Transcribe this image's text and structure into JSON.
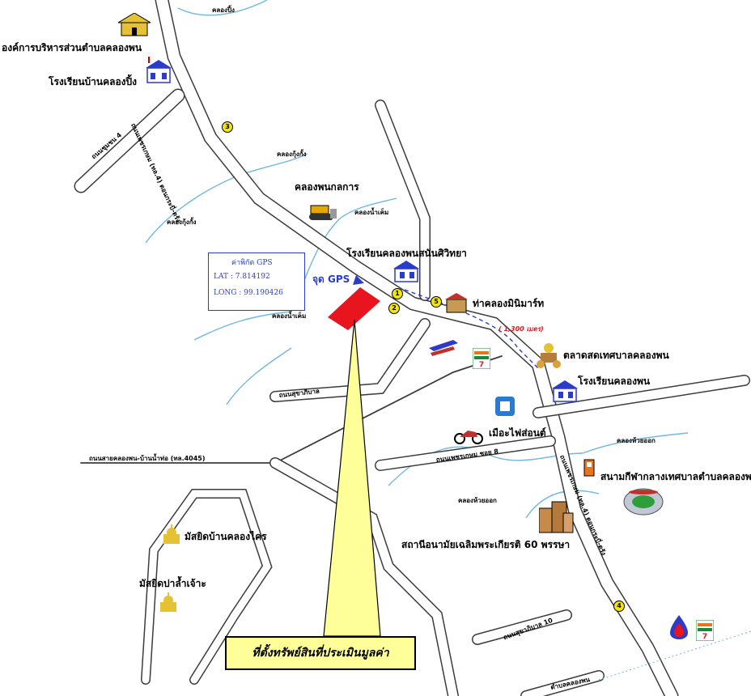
{
  "places": {
    "tao_office": "องค์การบริหารส่วนตำบลคลองพน",
    "school_khlong_ping": "โรงเรียนบ้านคลองปิ้ง",
    "khlong_ping": "คลองปิ้ง",
    "khlong_kung_khang_1": "คลองกุ้งกั้ง",
    "khlong_kung_khang_2": "คลองกุ้งกั้ง",
    "khlong_phanom_kakan": "คลองพนกลการ",
    "khlong_nam_khem_1": "คลองน้ำเค็ม",
    "khlong_nam_khem_2": "คลองน้ำเค็ม",
    "school_witthaya": "โรงเรียนคลองพนสนันศิวิทยา",
    "gps_point": "จุด GPS",
    "pier": "ท่าคลองมินิมาร์ท",
    "distance": "( 1,300 เมตร)",
    "market": "ตลาดสดเทศบาลคลองพน",
    "school_khlong_phanom": "โรงเรียนคลองพน",
    "khlong_huai_ot_1": "คลองห้วยออก",
    "khlong_huai_ot_2": "คลองห้วยออก",
    "bike_shop": "เมือะไฟส่อนต์",
    "stadium": "สนามกีฬากลางเทศบาลตำบลคลองพน",
    "health_station": "สถานีอนามัยเฉลิมพระเกียรติ 60 พรรษา",
    "mosque_khlong_khrai": "มัสยิดบ้านคลองไคร",
    "mosque_pa_lam": "มัสยิดปาล้ำเจ้าะ",
    "khlong_phanom": "ตำบลคลองพน"
  },
  "roads": {
    "road_north": "ถนนเพชรเกษม (ทล.4) ตอนกระบี่-ตรัง",
    "road_south": "ถนนเพชรเกษม (ทล.4) ตอนกระบี่-ตรัง",
    "road_side_1": "ถนนชุมชน 4",
    "road_municipal": "ถนนสุขาภิบาล",
    "road_4045": "ถนนสายคลองพน-บ้านน้ำท่อ (ทล.4045)",
    "road_soi8": "ถนนเพชรเกษม ซอย 8",
    "road_sukhaphiban10": "ถนนสุขาภิบาล 10"
  },
  "gps": {
    "title": "ค่าพิกัด GPS",
    "lat": "LAT : 7.814192",
    "long": "LONG : 99.190426"
  },
  "callout": "ที่ตั้งทรัพย์สินที่ประเมินมูลค่า",
  "markers": [
    "3",
    "1",
    "2",
    "5",
    "4"
  ],
  "colors": {
    "road": "#3c3c3c",
    "canal": "#6fb8e0",
    "property": "#e8141e",
    "callout_fill": "#ffff99",
    "gps_blue": "#2a3cc8",
    "marker_fill": "#f3e600"
  }
}
